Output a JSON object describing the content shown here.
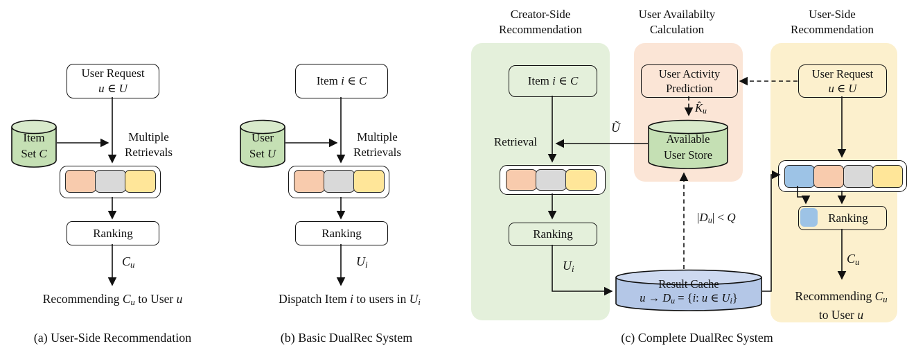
{
  "colors": {
    "panel_green": "#E4F0DB",
    "panel_peach": "#FBE5D6",
    "panel_yellow": "#FCF0CD",
    "cylinder_green": "#C5E0B4",
    "cylinder_green_top": "#D8EACB",
    "cylinder_blue": "#B4C7E7",
    "cylinder_blue_top": "#CDD9F0",
    "chip_orange": "#F8CBAD",
    "chip_gray": "#D9D9D9",
    "chip_yellow": "#FFE699",
    "chip_blue": "#9DC3E6",
    "line": "#111111"
  },
  "a": {
    "caption": "(a) User-Side Recommendation",
    "user_request": {
      "line1": "User Request",
      "line2": [
        {
          "t": "u",
          "c": "i"
        },
        {
          "t": " ∈ "
        },
        {
          "t": "U",
          "c": "i"
        }
      ]
    },
    "item_set": {
      "line1": "Item",
      "line2": [
        {
          "t": "Set "
        },
        {
          "t": "C",
          "c": "i"
        }
      ]
    },
    "multiple_retrievals": {
      "line1": "Multiple",
      "line2": "Retrievals"
    },
    "ranking": "Ranking",
    "cu": [
      {
        "t": "C",
        "c": "i"
      },
      {
        "t": "u",
        "c": "s"
      }
    ],
    "output": [
      {
        "t": "Recommending "
      },
      {
        "t": "C",
        "c": "i"
      },
      {
        "t": "u",
        "c": "s"
      },
      {
        "t": " to User "
      },
      {
        "t": "u",
        "c": "i"
      }
    ]
  },
  "b": {
    "caption": "(b) Basic DualRec System",
    "item": [
      {
        "t": "Item "
      },
      {
        "t": "i",
        "c": "i"
      },
      {
        "t": " ∈ "
      },
      {
        "t": "C",
        "c": "i"
      }
    ],
    "user_set": {
      "line1": "User",
      "line2": [
        {
          "t": "Set "
        },
        {
          "t": "U",
          "c": "i"
        }
      ]
    },
    "multiple_retrievals": {
      "line1": "Multiple",
      "line2": "Retrievals"
    },
    "ranking": "Ranking",
    "ui": [
      {
        "t": "U",
        "c": "i"
      },
      {
        "t": "i",
        "c": "s"
      }
    ],
    "output": [
      {
        "t": "Dispatch Item "
      },
      {
        "t": "i",
        "c": "i"
      },
      {
        "t": " to users in "
      },
      {
        "t": "U",
        "c": "i"
      },
      {
        "t": "i",
        "c": "s"
      }
    ]
  },
  "c": {
    "caption": "(c) Complete DualRec System",
    "headings": {
      "creator": {
        "line1": "Creator-Side",
        "line2": "Recommendation"
      },
      "availability": {
        "line1": "User Availabilty",
        "line2": "Calculation"
      },
      "user": {
        "line1": "User-Side",
        "line2": "Recommendation"
      }
    },
    "item": [
      {
        "t": "Item "
      },
      {
        "t": "i",
        "c": "i"
      },
      {
        "t": " ∈ "
      },
      {
        "t": "C",
        "c": "i"
      }
    ],
    "retrieval_label": "Retrieval",
    "u_tilde": [
      {
        "t": "Ũ",
        "c": "i"
      }
    ],
    "ranking_creator": "Ranking",
    "ui": [
      {
        "t": "U",
        "c": "i"
      },
      {
        "t": "i",
        "c": "s"
      }
    ],
    "result_cache": {
      "line1": "Result Cache",
      "line2": [
        {
          "t": "u",
          "c": "i"
        },
        {
          "t": " → "
        },
        {
          "t": "D",
          "c": "i"
        },
        {
          "t": "u",
          "c": "s"
        },
        {
          "t": " = {"
        },
        {
          "t": "i",
          "c": "i"
        },
        {
          "t": ": "
        },
        {
          "t": "u",
          "c": "i"
        },
        {
          "t": " ∈ "
        },
        {
          "t": "U",
          "c": "i"
        },
        {
          "t": "i",
          "c": "s"
        },
        {
          "t": "}"
        }
      ]
    },
    "user_activity": {
      "line1": "User Activity",
      "line2": "Prediction"
    },
    "k_hat": [
      {
        "t": "K̂",
        "c": "i"
      },
      {
        "t": "u",
        "c": "s"
      }
    ],
    "available_store": {
      "line1": "Available",
      "line2": "User Store"
    },
    "dq": [
      {
        "t": "|"
      },
      {
        "t": "D",
        "c": "i"
      },
      {
        "t": "u",
        "c": "s"
      },
      {
        "t": "| < "
      },
      {
        "t": "Q",
        "c": "i"
      }
    ],
    "user_request": {
      "line1": "User Request",
      "line2": [
        {
          "t": "u",
          "c": "i"
        },
        {
          "t": " ∈ "
        },
        {
          "t": "U",
          "c": "i"
        }
      ]
    },
    "ranking_user": "Ranking",
    "cu": [
      {
        "t": "C",
        "c": "i"
      },
      {
        "t": "u",
        "c": "s"
      }
    ],
    "output": {
      "line1": [
        {
          "t": "Recommending "
        },
        {
          "t": "C",
          "c": "i"
        },
        {
          "t": "u",
          "c": "s"
        }
      ],
      "line2": [
        {
          "t": "to User "
        },
        {
          "t": "u",
          "c": "i"
        }
      ]
    }
  }
}
